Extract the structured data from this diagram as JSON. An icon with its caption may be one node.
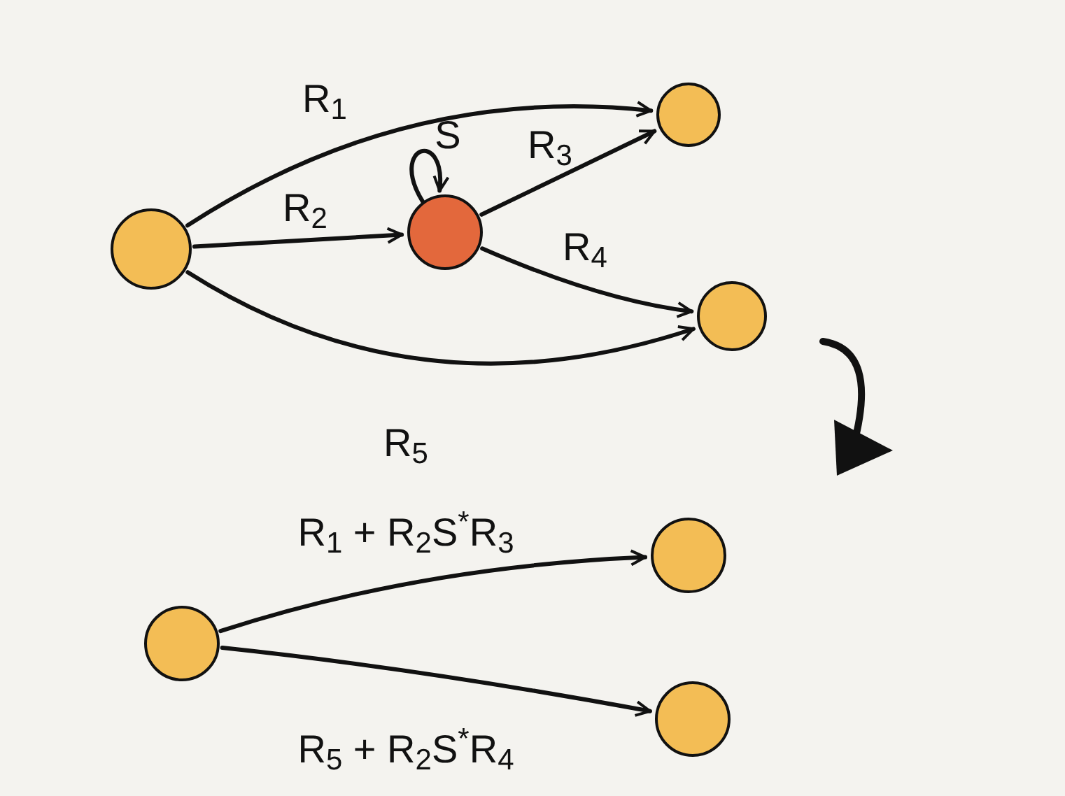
{
  "diagram": {
    "nodes": [
      {
        "text": [],
        "shape": "circle"
      },
      {
        "text": [],
        "shape": "circle"
      },
      {
        "text": [],
        "shape": "circle"
      },
      {
        "text": [],
        "shape": "circle"
      },
      {
        "text": [],
        "shape": "circle"
      },
      {
        "text": [],
        "shape": "circle"
      },
      {
        "text": [],
        "shape": "circle"
      }
    ],
    "edges": [
      {
        "from": 0,
        "to": 2,
        "arrow": "to",
        "label": "R$_{1}$"
      },
      {
        "from": 0,
        "to": 1,
        "arrow": "to",
        "label": "R$_{2}$"
      },
      {
        "from": 1,
        "to": 1,
        "arrow": "to",
        "label": "S"
      },
      {
        "from": 1,
        "to": 2,
        "arrow": "to",
        "label": "R$_{3}$"
      },
      {
        "from": 1,
        "to": 3,
        "arrow": "to",
        "label": "R$_{4}$"
      },
      {
        "from": 0,
        "to": 3,
        "arrow": "to",
        "label": "R$_{5}$"
      },
      {
        "from": 4,
        "to": 5,
        "arrow": "to",
        "label": "R$_{1}$ + R$_{2}$S$^{*}$R$_{3}$"
      },
      {
        "from": 4,
        "to": 6,
        "arrow": "to",
        "label": "R$_{5}$ + R$_{2}$S$^{*}$R$_{4}$"
      }
    ]
  }
}
